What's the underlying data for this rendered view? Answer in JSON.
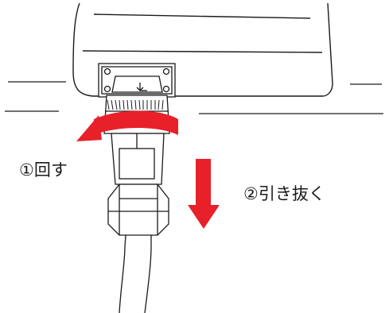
{
  "steps": [
    {
      "label": "①回す"
    },
    {
      "label": "②引き抜く"
    }
  ],
  "colors": {
    "arrow": "#e8202a",
    "line": "#1a1a1a",
    "background": "#ffffff"
  },
  "icons": {
    "rotate": "curved-rotate-arrow",
    "pull": "down-arrow"
  }
}
